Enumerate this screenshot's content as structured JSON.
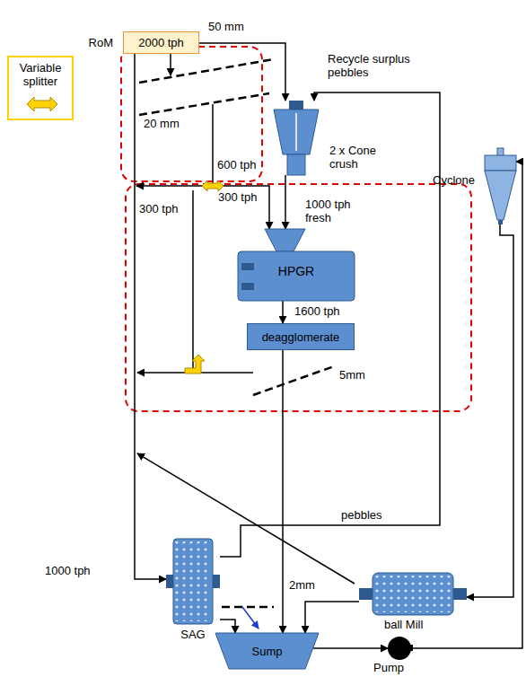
{
  "diagram": {
    "nodes": [
      {
        "text": [
          "RoM",
          "2000 tph"
        ]
      },
      {
        "text": [
          "Variable splitter"
        ]
      },
      {
        "text": [
          "2 x Cone crush"
        ]
      },
      {
        "text": [
          "HPGR"
        ]
      },
      {
        "text": [
          "deagglomerate"
        ]
      },
      {
        "text": [
          "SAG"
        ]
      },
      {
        "text": [
          "ball Mill"
        ]
      },
      {
        "text": [
          "Cyclone"
        ]
      },
      {
        "text": [
          "Sump"
        ]
      },
      {
        "text": [
          "Pump"
        ]
      }
    ],
    "edges": [
      {
        "from": 0,
        "to": 5,
        "arrow": "to"
      },
      {
        "from": 0,
        "to": 2,
        "arrow": "to"
      },
      {
        "from": 2,
        "to": 3,
        "arrow": "to"
      },
      {
        "from": 3,
        "to": 4,
        "arrow": "to"
      },
      {
        "from": 4,
        "to": 8,
        "arrow": "to"
      },
      {
        "from": 5,
        "to": 8,
        "arrow": "to"
      },
      {
        "from": 5,
        "to": 2,
        "arrow": "to"
      },
      {
        "from": 6,
        "to": 8,
        "arrow": "to"
      },
      {
        "from": 8,
        "to": 9,
        "arrow": "to"
      },
      {
        "from": 9,
        "to": 7,
        "arrow": "to"
      },
      {
        "from": 7,
        "to": 6,
        "arrow": "to"
      }
    ],
    "labels": [
      "50 mm",
      "20 mm",
      "600 tph",
      "300 tph",
      "300 tph",
      "Recycle surplus pebbles",
      "1000 tph fresh",
      "1600 tph",
      "5mm",
      "pebbles",
      "2mm",
      "1000 tph"
    ]
  }
}
